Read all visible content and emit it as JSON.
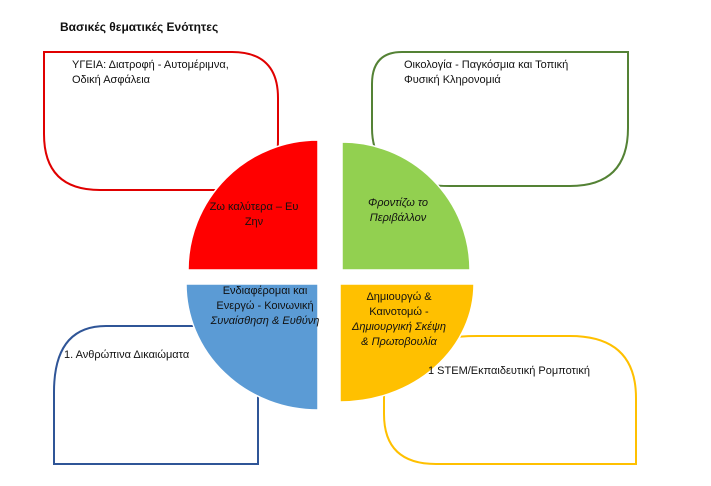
{
  "title": "Βασικές θεματικές Ενότητες",
  "boxes": {
    "health": "ΥΓΕΙΑ: Διατροφή - Αυτομέριμνα, Οδική Ασφάλεια",
    "ecology": "Οικολογία - Παγκόσμια και Τοπική Φυσική Κληρονομιά",
    "rights": "1. Ανθρώπινα Δικαιώματα",
    "stem": "1 STEM/Εκπαιδευτική Ρομποτική"
  },
  "quadrants": {
    "red": {
      "line1": "Ζω καλύτερα – Ευ",
      "line2": "Ζην",
      "color": "#ff0000"
    },
    "green": {
      "line1": "Φροντίζω το",
      "line2": "Περιβάλλον",
      "color": "#92d050"
    },
    "blue": {
      "line1": "Ενδιαφέρομαι και",
      "line2": "Ενεργώ - Κοινωνική",
      "line3": "Συναίσθηση & Ευθύνη",
      "color": "#5b9bd5"
    },
    "yellow": {
      "line1": "Δημιουργώ &",
      "line2": "Καινοτομώ -",
      "line3": "Δημιουργική Σκέψη",
      "line4": "& Πρωτοβουλία",
      "color": "#ffc000"
    }
  },
  "outline_colors": {
    "red": "#e00000",
    "green": "#548235",
    "blue": "#2f5597",
    "yellow": "#ffc000"
  }
}
